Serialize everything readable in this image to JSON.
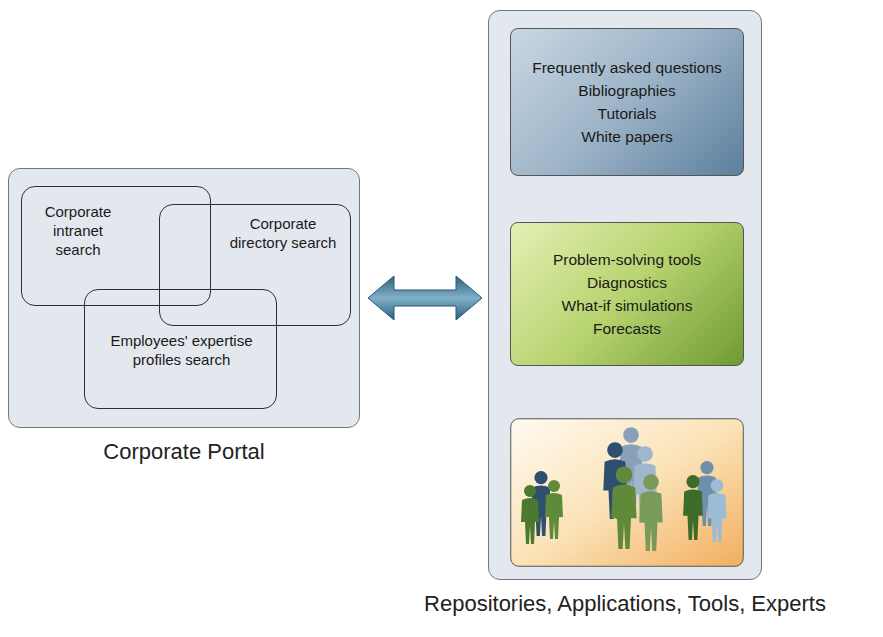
{
  "diagram": {
    "nodes": [
      {
        "text": [
          "Corporate Portal"
        ]
      },
      {
        "text": [
          "Corporate intranet search"
        ],
        "in": 0
      },
      {
        "text": [
          "Corporate directory search"
        ],
        "in": 0
      },
      {
        "text": [
          "Employees' expertise profiles search"
        ],
        "in": 0
      },
      {
        "text": [
          "Repositories, Applications, Tools, Experts"
        ]
      },
      {
        "text": [
          "Frequently asked questions",
          "Bibliographies",
          "Tutorials",
          "White papers"
        ],
        "in": 4
      },
      {
        "text": [
          "Problem-solving tools",
          "Diagnostics",
          "What-if simulations",
          "Forecasts"
        ],
        "in": 4
      }
    ],
    "edges": [
      {
        "from": 0,
        "to": 4,
        "arrow": "both"
      }
    ]
  }
}
